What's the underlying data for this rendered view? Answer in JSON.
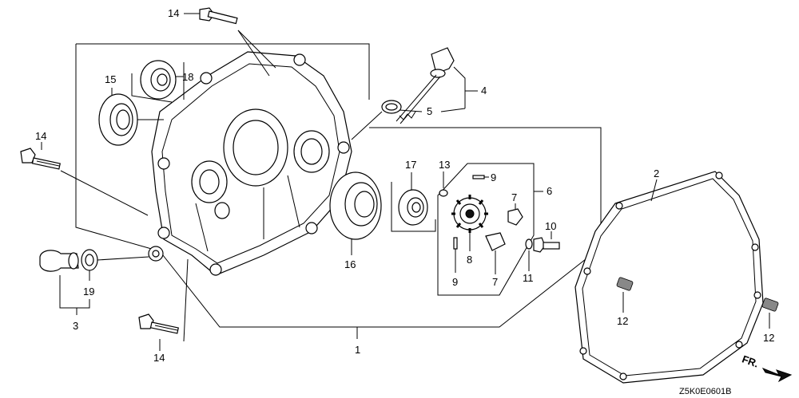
{
  "callouts": {
    "c1": "1",
    "c2": "2",
    "c3": "3",
    "c4": "4",
    "c5": "5",
    "c6": "6",
    "c7a": "7",
    "c7b": "7",
    "c8": "8",
    "c9a": "9",
    "c9b": "9",
    "c10": "10",
    "c11": "11",
    "c12a": "12",
    "c12b": "12",
    "c13": "13",
    "c14a": "14",
    "c14b": "14",
    "c14c": "14",
    "c15": "15",
    "c16": "16",
    "c17": "17",
    "c18": "18",
    "c19": "19"
  },
  "front_marker": "FR.",
  "diagram_code": "Z5K0E0601B"
}
